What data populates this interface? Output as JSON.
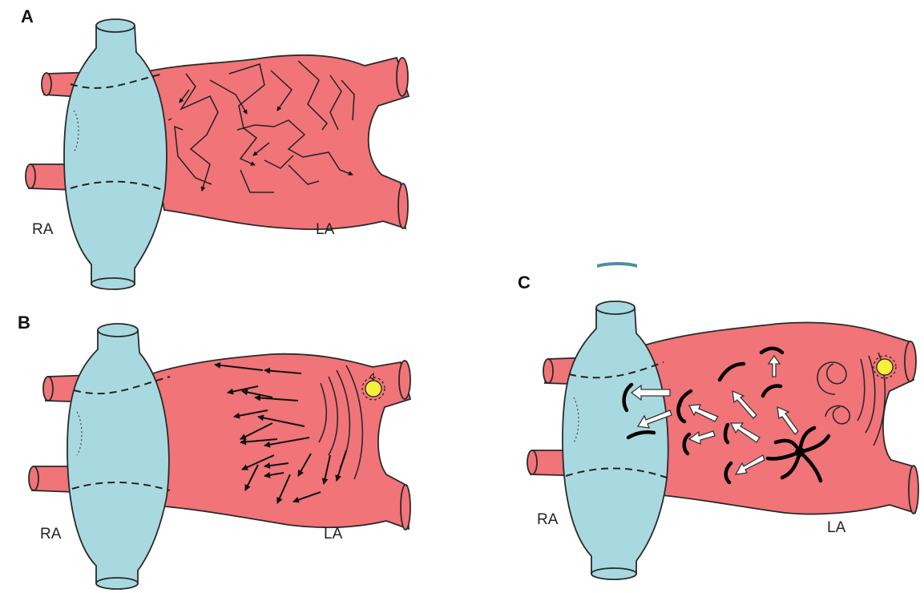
{
  "panels": [
    {
      "letter": "A",
      "left_label": "RA",
      "right_label": "LA"
    },
    {
      "letter": "B",
      "left_label": "RA",
      "right_label": "LA"
    },
    {
      "letter": "C",
      "left_label": "RA",
      "right_label": "LA"
    }
  ],
  "colors": {
    "left_atrium": "#f07478",
    "right_atrium": "#a9d9e0",
    "focus": "#f2f23a",
    "outline": "#2a2a2a"
  }
}
